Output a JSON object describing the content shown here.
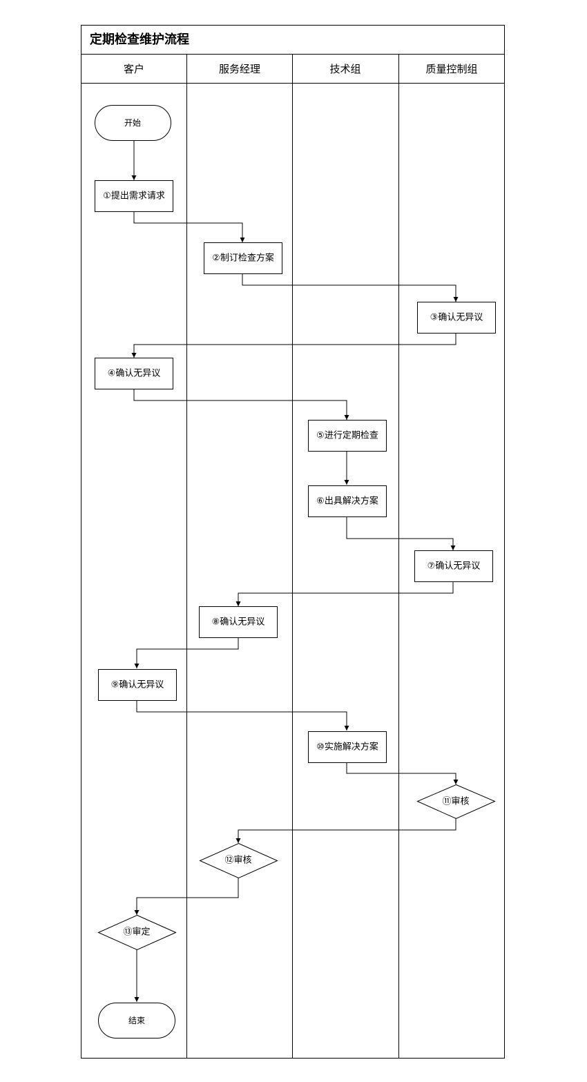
{
  "title": "定期检查维护流程",
  "lanes": [
    "客户",
    "服务经理",
    "技术组",
    "质量控制组"
  ],
  "nodes": {
    "start": "开始",
    "n1": "①提出需求请求",
    "n2": "②制订检查方案",
    "n3": "③确认无异议",
    "n4": "④确认无异议",
    "n5": "⑤进行定期检查",
    "n6": "⑥出具解决方案",
    "n7": "⑦确认无异议",
    "n8": "⑧确认无异议",
    "n9": "⑨确认无异议",
    "n10": "⑩实施解决方案",
    "n11": "⑪审核",
    "n12": "⑫审核",
    "n13": "⑬审定",
    "end": "结束"
  }
}
